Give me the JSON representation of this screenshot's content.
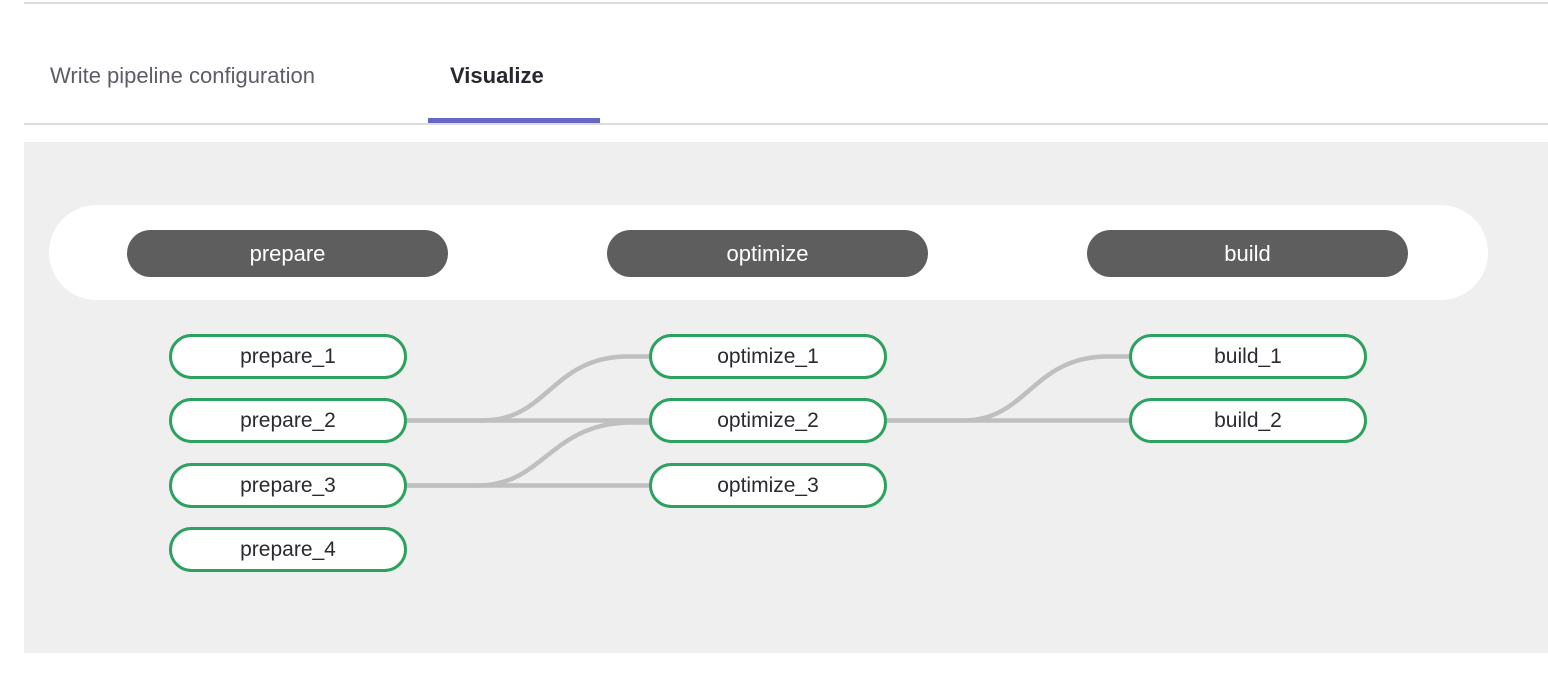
{
  "tabs": {
    "write_label": "Write pipeline configuration",
    "visualize_label": "Visualize",
    "active": "Visualize"
  },
  "pipeline": {
    "stages": [
      {
        "name": "prepare",
        "jobs": [
          "prepare_1",
          "prepare_2",
          "prepare_3",
          "prepare_4"
        ]
      },
      {
        "name": "optimize",
        "jobs": [
          "optimize_1",
          "optimize_2",
          "optimize_3"
        ]
      },
      {
        "name": "build",
        "jobs": [
          "build_1",
          "build_2"
        ]
      }
    ],
    "links": [
      {
        "from": "prepare_2",
        "to": "optimize_1"
      },
      {
        "from": "prepare_2",
        "to": "optimize_2"
      },
      {
        "from": "prepare_3",
        "to": "optimize_2"
      },
      {
        "from": "prepare_3",
        "to": "optimize_3"
      },
      {
        "from": "optimize_2",
        "to": "build_1"
      },
      {
        "from": "optimize_2",
        "to": "build_2"
      }
    ]
  },
  "colors": {
    "tab_active_underline": "#6666c4",
    "tab_inactive_text": "#5e5c64",
    "tab_active_text": "#28272d",
    "panel_background": "#efefef",
    "stage_pill_background": "#5e5e5e",
    "stage_pill_text": "#ffffff",
    "job_pill_border": "#2da160",
    "job_pill_background": "#ffffff",
    "connector_line": "#bfbfbf",
    "rule_line": "#dcdcdc"
  }
}
